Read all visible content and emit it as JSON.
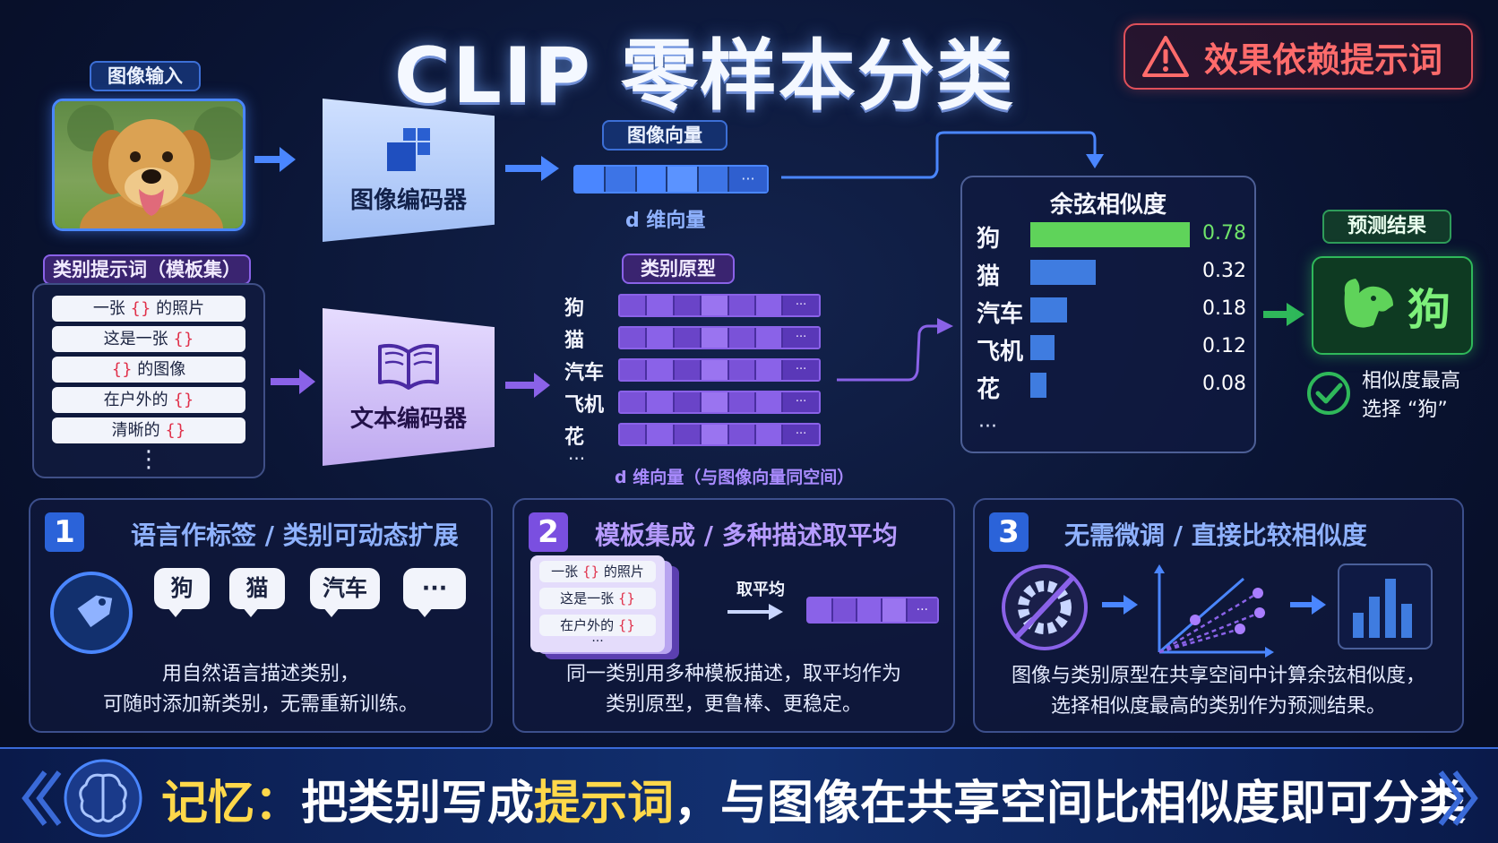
{
  "title": "CLIP 零样本分类",
  "warning": {
    "text": "效果依赖提示词",
    "icon": "warning-triangle-icon"
  },
  "image_input": {
    "label": "图像输入",
    "subject": "dog-photo"
  },
  "image_encoder": {
    "label": "图像编码器",
    "icon": "blocks-icon"
  },
  "image_vector": {
    "label": "图像向量",
    "dim_label": "d 维向量",
    "cells": 6,
    "ellipsis": "···"
  },
  "templates": {
    "label": "类别提示词（模板集）",
    "items": [
      {
        "pre": "一张 ",
        "br": "{}",
        "post": " 的照片"
      },
      {
        "pre": "这是一张 ",
        "br": "{}",
        "post": ""
      },
      {
        "pre": "",
        "br": "{}",
        "post": " 的图像"
      },
      {
        "pre": "在户外的 ",
        "br": "{}",
        "post": ""
      },
      {
        "pre": "清晰的 ",
        "br": "{}",
        "post": ""
      }
    ],
    "more": "⋮"
  },
  "text_encoder": {
    "label": "文本编码器",
    "icon": "open-book-icon"
  },
  "prototypes": {
    "label": "类别原型",
    "classes": [
      "狗",
      "猫",
      "汽车",
      "飞机",
      "花"
    ],
    "more": "···",
    "dim_label": "d 维向量（与图像向量同空间）",
    "ellipsis": "···"
  },
  "similarity": {
    "title": "余弦相似度",
    "more": "···",
    "rows": [
      {
        "label": "狗",
        "value": 0.78,
        "display": "0.78",
        "highlight": true
      },
      {
        "label": "猫",
        "value": 0.32,
        "display": "0.32",
        "highlight": false
      },
      {
        "label": "汽车",
        "value": 0.18,
        "display": "0.18",
        "highlight": false
      },
      {
        "label": "飞机",
        "value": 0.12,
        "display": "0.12",
        "highlight": false
      },
      {
        "label": "花",
        "value": 0.08,
        "display": "0.08",
        "highlight": false
      }
    ],
    "colors": {
      "highlight": "#5fd35a",
      "normal": "#3f7ce0",
      "highlight_text": "#6fe36a"
    }
  },
  "prediction": {
    "label": "预测结果",
    "result": "狗",
    "note_line1": "相似度最高",
    "note_line2": "选择 “狗”",
    "icon": "dog-head-icon"
  },
  "cards": [
    {
      "num": "1",
      "title": "语言作标签 / 类别可动态扩展",
      "bubbles": [
        "狗",
        "猫",
        "汽车",
        "···"
      ],
      "desc_line1": "用自然语言描述类别，",
      "desc_line2": "可随时添加新类别，无需重新训练。"
    },
    {
      "num": "2",
      "title": "模板集成 / 多种描述取平均",
      "stack": [
        {
          "pre": "一张 ",
          "br": "{}",
          "post": " 的照片"
        },
        {
          "pre": "这是一张 ",
          "br": "{}",
          "post": ""
        },
        {
          "pre": "在户外的 ",
          "br": "{}",
          "post": ""
        }
      ],
      "stack_more": "···",
      "avg_label": "取平均",
      "desc_line1": "同一类别用多种模板描述，取平均作为",
      "desc_line2": "类别原型，更鲁棒、更稳定。"
    },
    {
      "num": "3",
      "title": "无需微调 / 直接比较相似度",
      "desc_line1": "图像与类别原型在共享空间中计算余弦相似度，",
      "desc_line2": "选择相似度最高的类别作为预测结果。"
    }
  ],
  "footer": {
    "p1": "记忆：",
    "p2": "把类别写成",
    "p3": "提示词",
    "p4": "，与图像在共享空间比相似度即可分类",
    "icon": "brain-icon"
  },
  "colors": {
    "accent_blue": "#4a86ff",
    "accent_purple": "#8a62e8",
    "accent_green": "#2fb85a",
    "warning": "#ff6b6b",
    "highlight_yellow": "#ffd84a"
  }
}
